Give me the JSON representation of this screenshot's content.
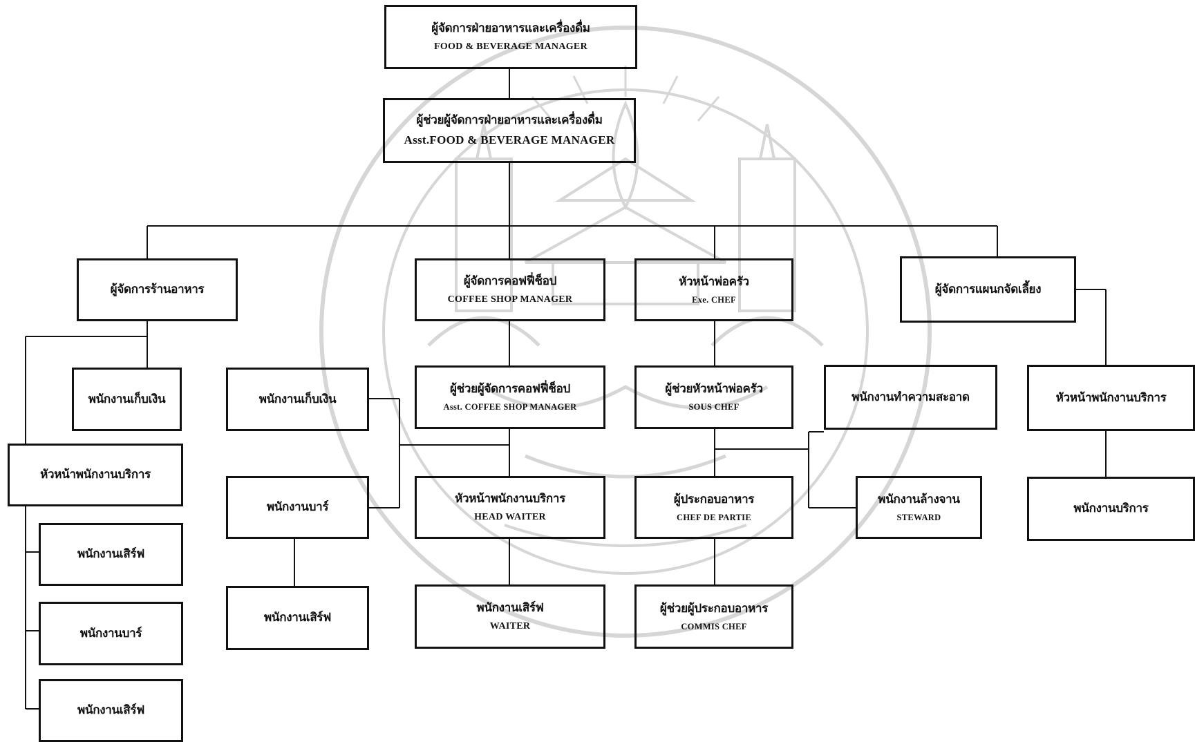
{
  "colors": {
    "line": "#111111",
    "watermark": "#d6d6d6",
    "background": "#ffffff"
  },
  "watermark": {
    "icon": "university-seal-watermark-icon"
  },
  "boxes": {
    "fb_manager": {
      "th": "ผู้จัดการฝ่ายอาหารและเครื่องดื่ม",
      "en": "FOOD & BEVERAGE MANAGER"
    },
    "asst_fb_manager": {
      "th": "ผู้ช่วยผู้จัดการฝ่ายอาหารและเครื่องดื่ม",
      "en": "Asst.FOOD & BEVERAGE MANAGER"
    },
    "restaurant_manager": {
      "th": "ผู้จัดการร้านอาหาร"
    },
    "coffee_shop_manager": {
      "th": "ผู้จัดการคอฟฟี่ช็อป",
      "en": "COFFEE SHOP MANAGER"
    },
    "exec_chef": {
      "th": "หัวหน้าพ่อครัว",
      "en": "Exe. CHEF"
    },
    "banquet_manager": {
      "th": "ผู้จัดการแผนกจัดเลี้ยง"
    },
    "rest_cashier": {
      "th": "พนักงานเก็บเงิน"
    },
    "coffee_cashier": {
      "th": "พนักงานเก็บเงิน"
    },
    "asst_coffee_shop_manager": {
      "th": "ผู้ช่วยผู้จัดการคอฟฟี่ช็อป",
      "en": "Asst. COFFEE SHOP MANAGER"
    },
    "sous_chef": {
      "th": "ผู้ช่วยหัวหน้าพ่อครัว",
      "en": "SOUS CHEF"
    },
    "cleaner": {
      "th": "พนักงานทำความสะอาด"
    },
    "banquet_head_service": {
      "th": "หัวหน้าพนักงานบริการ"
    },
    "rest_head_service": {
      "th": "หัวหน้าพนักงานบริการ"
    },
    "coffee_bartender": {
      "th": "พนักงานบาร์"
    },
    "head_waiter": {
      "th": "หัวหน้าพนักงานบริการ",
      "en": "HEAD WAITER"
    },
    "chef_de_partie": {
      "th": "ผู้ประกอบอาหาร",
      "en": "CHEF DE PARTIE"
    },
    "steward": {
      "th": "พนักงานล้างจาน",
      "en": "STEWARD"
    },
    "banquet_service_staff": {
      "th": "พนักงานบริการ"
    },
    "rest_waiter_1": {
      "th": "พนักงานเสิร์ฟ"
    },
    "coffee_waiter_staff": {
      "th": "พนักงานเสิร์ฟ"
    },
    "waiter": {
      "th": "พนักงานเสิร์ฟ",
      "en": "WAITER"
    },
    "commis_chef": {
      "th": "ผู้ช่วยผู้ประกอบอาหาร",
      "en": "COMMIS  CHEF"
    },
    "rest_bartender": {
      "th": "พนักงานบาร์"
    },
    "rest_waiter_2": {
      "th": "พนักงานเสิร์ฟ"
    }
  }
}
